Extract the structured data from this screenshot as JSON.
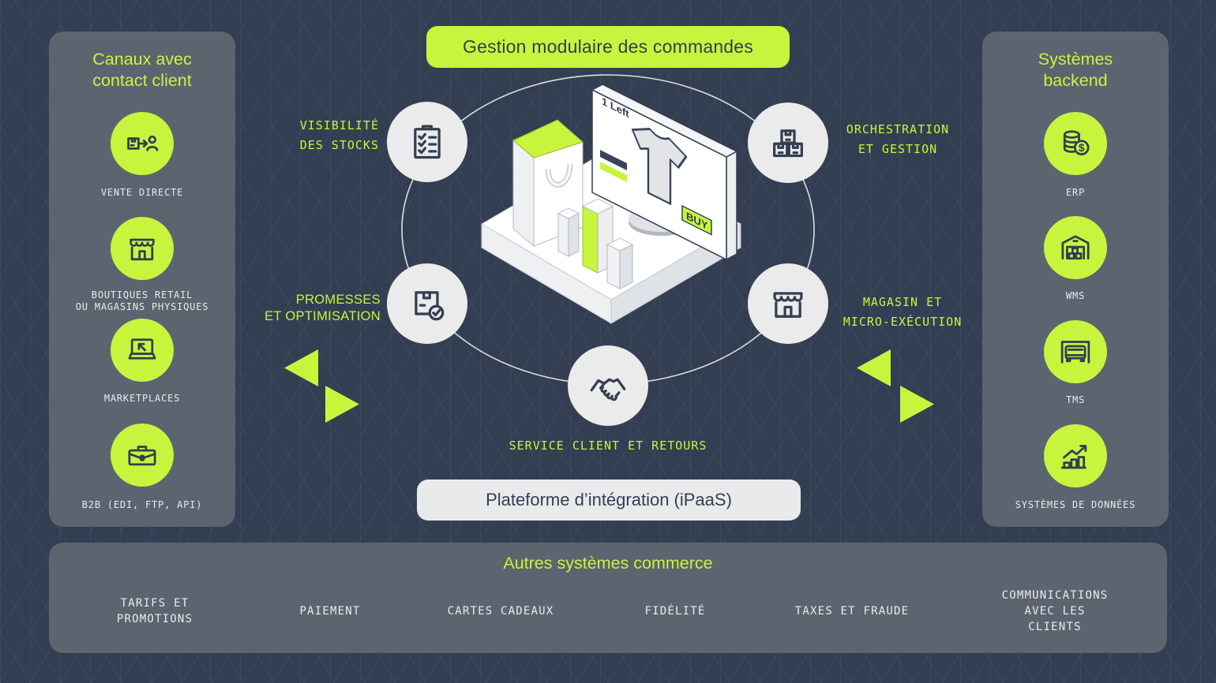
{
  "colors": {
    "accent": "#c7f53d",
    "background": "#333e52",
    "panel": "#5c6470",
    "ink": "#333e52"
  },
  "banner": {
    "title": "Gestion modulaire des commandes"
  },
  "left_panel": {
    "title": "Canaux avec\ncontact client",
    "items": [
      {
        "icon": "package-to-person-icon",
        "label": "VENTE DIRECTE"
      },
      {
        "icon": "storefront-icon",
        "label": "BOUTIQUES RETAIL\nOU MAGASINS PHYSIQUES"
      },
      {
        "icon": "laptop-arrow-icon",
        "label": "MARKETPLACES"
      },
      {
        "icon": "briefcase-icon",
        "label": "B2B (EDI, FTP, API)"
      }
    ]
  },
  "right_panel": {
    "title": "Systèmes\nbackend",
    "items": [
      {
        "icon": "coins-dollar-icon",
        "label": "ERP"
      },
      {
        "icon": "warehouse-icon",
        "label": "WMS"
      },
      {
        "icon": "truck-icon",
        "label": "TMS"
      },
      {
        "icon": "bar-chart-growth-icon",
        "label": "SYSTÈMES DE DONNÉES"
      }
    ]
  },
  "cycle": {
    "nodes": [
      {
        "id": "stocks",
        "icon": "clipboard-checklist-icon",
        "label": "VISIBILITÉ\nDES STOCKS"
      },
      {
        "id": "orchestration",
        "icon": "stacked-boxes-icon",
        "label": "ORCHESTRATION\nET GESTION"
      },
      {
        "id": "promesses",
        "icon": "package-check-icon",
        "label": "PROMESSES\nET OPTIMISATION"
      },
      {
        "id": "magasin",
        "icon": "storefront-icon",
        "label": "MAGASIN ET\nMICRO-EXÉCUTION"
      },
      {
        "id": "service",
        "icon": "handshake-icon",
        "label": "SERVICE CLIENT ET RETOURS"
      }
    ]
  },
  "illustration": {
    "stock_label": "1 Left",
    "buy_label": "BUY"
  },
  "ipaas": {
    "label": "Plateforme d’intégration (iPaaS)"
  },
  "bottom_panel": {
    "title": "Autres systèmes commerce",
    "items": [
      "TARIFS ET\nPROMOTIONS",
      "PAIEMENT",
      "CARTES CADEAUX",
      "FIDÉLITÉ",
      "TAXES ET FRAUDE",
      "COMMUNICATIONS\nAVEC LES CLIENTS"
    ]
  }
}
